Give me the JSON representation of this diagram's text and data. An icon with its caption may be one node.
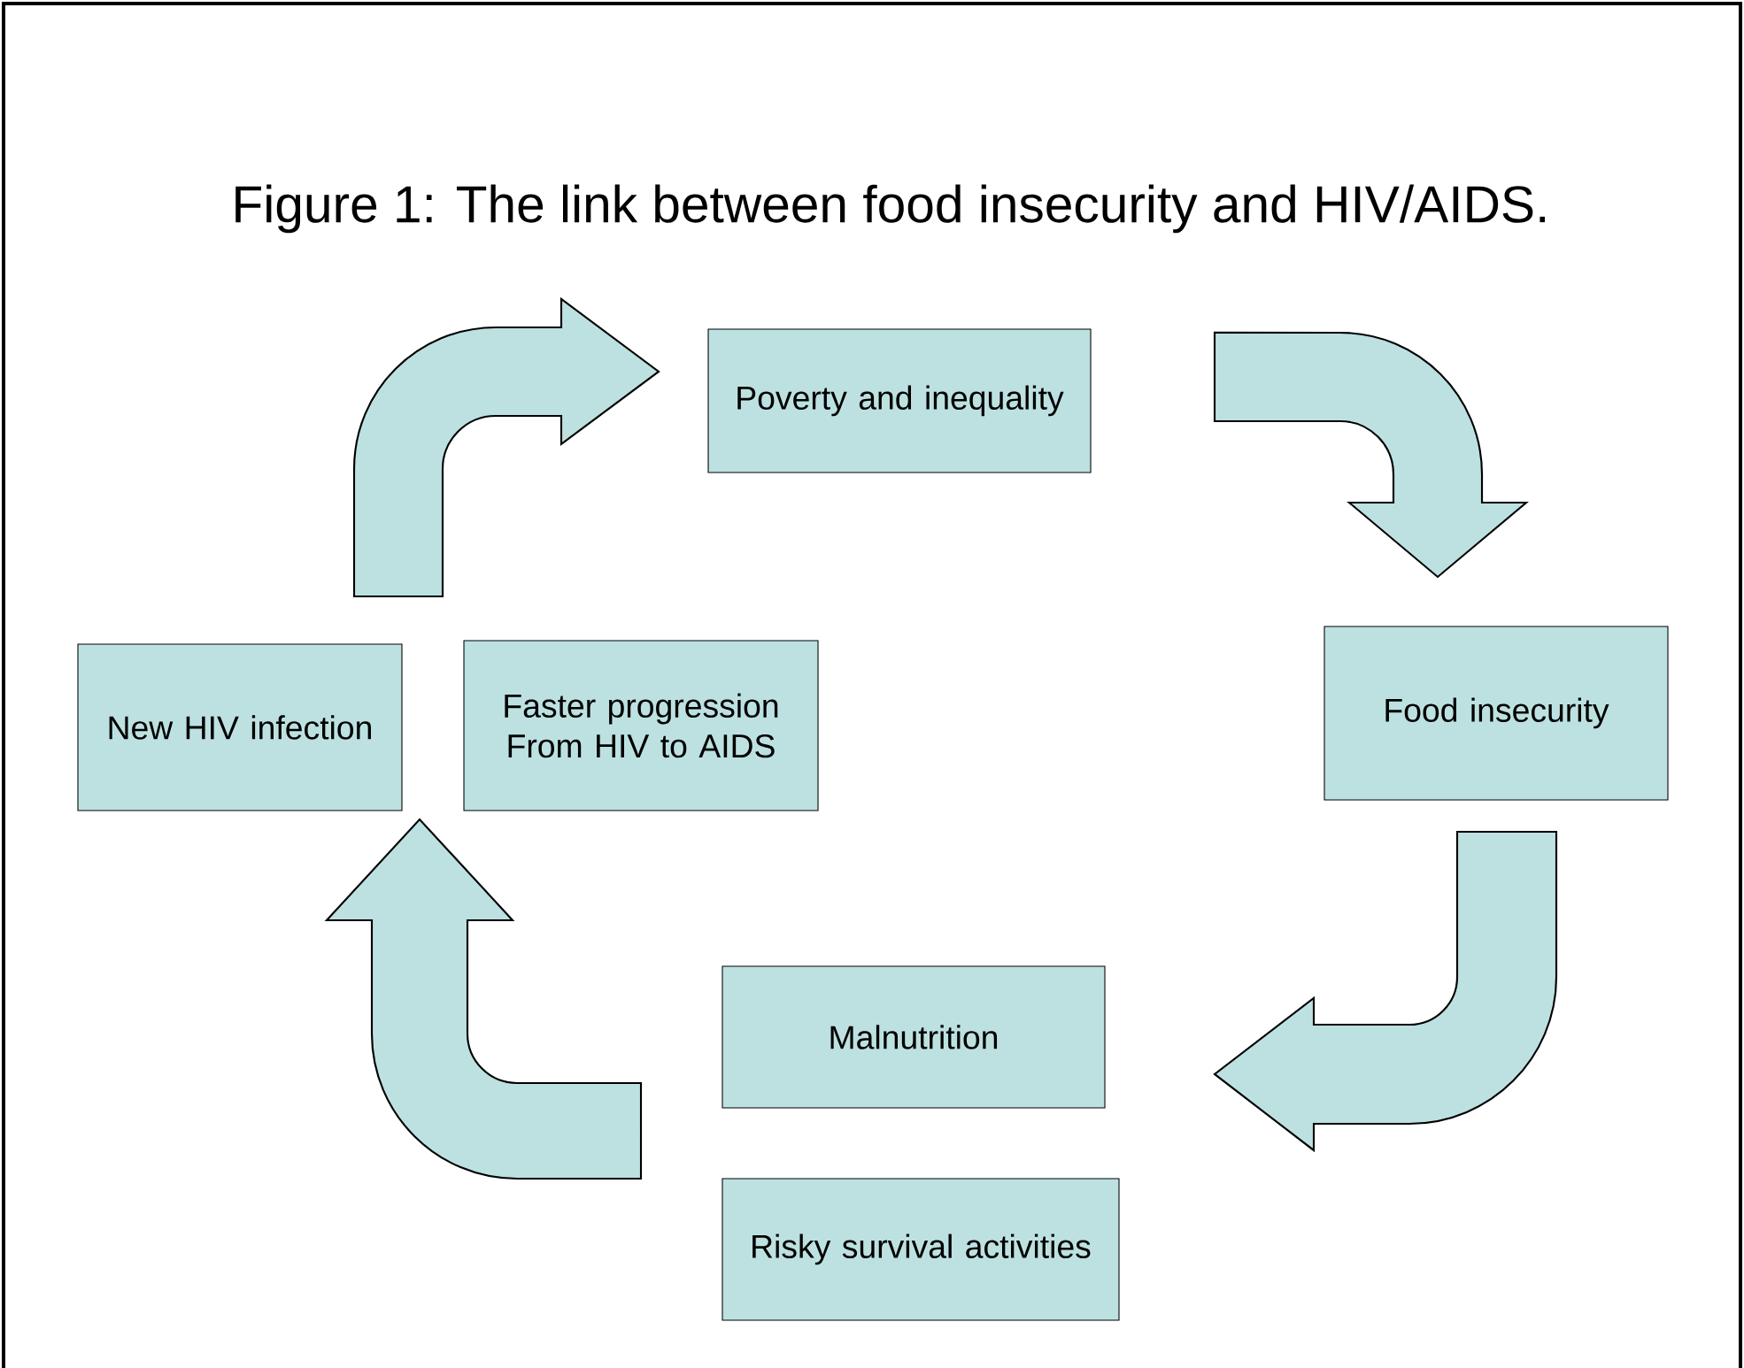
{
  "diagram": {
    "title": "Figure 1: The link between food insecurity and HIV/AIDS.",
    "nodes": [
      {
        "text": [
          "Poverty and inequality"
        ]
      },
      {
        "text": [
          "Food insecurity"
        ]
      },
      {
        "text": [
          "Malnutrition"
        ]
      },
      {
        "text": [
          "Risky survival activities"
        ]
      },
      {
        "text": [
          "Faster progression From HIV to AIDS"
        ]
      },
      {
        "text": [
          "New HIV infection"
        ]
      }
    ],
    "edges": [
      {
        "from": 5,
        "to": 0,
        "arrow": "to"
      },
      {
        "from": 0,
        "to": 1,
        "arrow": "to"
      },
      {
        "from": 1,
        "to": 2,
        "arrow": "to"
      },
      {
        "from": 2,
        "to": 5,
        "arrow": "to"
      }
    ]
  }
}
